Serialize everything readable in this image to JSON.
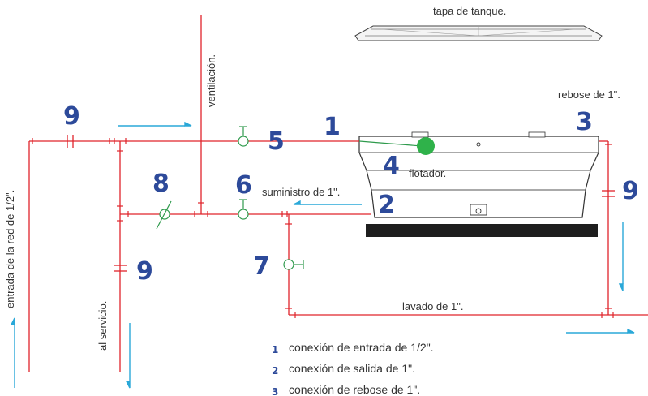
{
  "labels": {
    "tank_lid": "tapa de tanque.",
    "overflow": "rebose de 1\".",
    "vent": "ventilación.",
    "float": "flotador.",
    "supply": "suministro de 1\".",
    "wash": "lavado de 1\".",
    "network_inlet": "entrada de la red de 1/2\".",
    "to_service": "al servicio."
  },
  "markers": {
    "m1": "1",
    "m2": "2",
    "m3": "3",
    "m4": "4",
    "m5": "5",
    "m6": "6",
    "m7": "7",
    "m8": "8",
    "m9": "9"
  },
  "legend": [
    {
      "num": "1",
      "text": "conexión de entrada de 1/2\"."
    },
    {
      "num": "2",
      "text": "conexión de salida de 1\"."
    },
    {
      "num": "3",
      "text": "conexión de rebose de 1\"."
    }
  ],
  "colors": {
    "pipe": "#e0242b",
    "valve": "#2e9a4c",
    "marker": "#2d4a9a",
    "flow_arrow": "#2aa8d8",
    "float": "#2fb24a",
    "tank_base": "#1e1e1e"
  }
}
